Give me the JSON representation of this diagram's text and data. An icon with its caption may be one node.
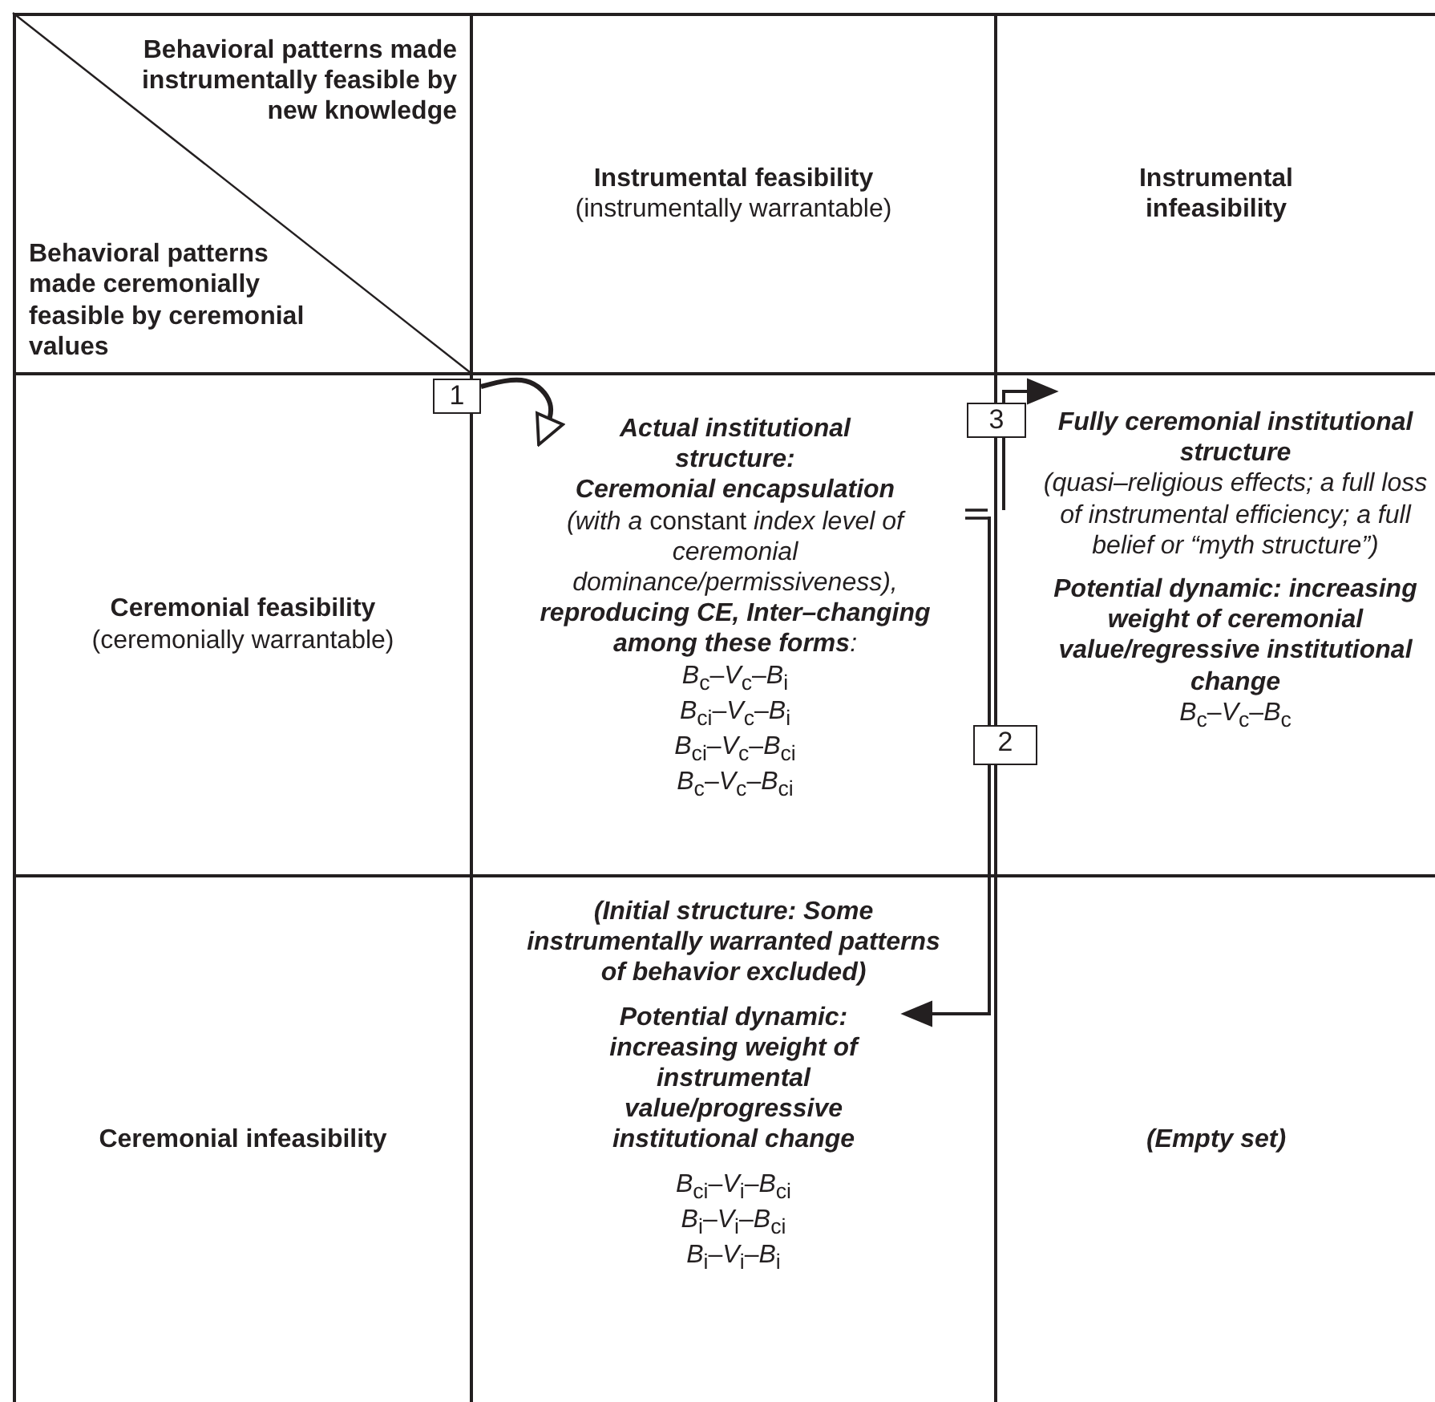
{
  "diagram": {
    "nodes": [
      {
        "text": [
          "Behavioral patterns made instrumentally feasible by new knowledge",
          "Behavioral patterns made ceremonially feasible by ceremonial values"
        ]
      },
      {
        "text": [
          "Instrumental feasibility",
          "(instrumentally warrantable)"
        ]
      },
      {
        "text": [
          "Instrumental infeasibility"
        ]
      },
      {
        "text": [
          "Ceremonial feasibility",
          "(ceremonially warrantable)"
        ]
      },
      {
        "text": [
          "Actual institutional structure:",
          "Ceremonial encapsulation",
          "*(with a* constant *index level of ceremonial dominance/permissiveness),*",
          "**reproducing CE, Inter–changing among these forms**:",
          "*B*$_{c}$–*V*$_{c}$–*B*$_{i}$",
          "*B*$_{ci}$–*V*$_{c}$–*B*$_{i}$",
          "*B*$_{ci}$–*V*$_{c}$–*B*$_{ci}$",
          "*B*$_{c}$–*V*$_{c}$–*B*$_{ci}$"
        ]
      },
      {
        "text": [
          "Fully ceremonial institutional structure",
          "(quasi–religious effects; a full loss of instrumental efficiency; a full belief or “myth structure”)",
          "Potential dynamic: increasing weight of ceremonial value/regressive institutional change",
          "*B*$_{c}$–*V*$_{c}$–*B*$_{c}$"
        ]
      },
      {
        "text": [
          "Ceremonial infeasibility"
        ]
      },
      {
        "text": [
          "(Initial structure: Some instrumentally warranted patterns of behavior excluded)",
          "Potential dynamic: increasing weight of instrumental value/progressive institutional change",
          "*B*$_{ci}$–*V*$_{i}$–*B*$_{ci}$",
          "*B*$_{i}$–*V*$_{i}$–*B*$_{ci}$",
          "*B*$_{i}$–*V*$_{i}$–*B*$_{i}$"
        ]
      },
      {
        "text": [
          "(Empty set)"
        ]
      }
    ],
    "edges": [
      {
        "from": 4,
        "to": 4,
        "arrow": "to",
        "label": "1"
      },
      {
        "from": 4,
        "to": 5,
        "arrow": "to",
        "label": "3"
      },
      {
        "from": 4,
        "to": 7,
        "arrow": "to",
        "label": "2"
      }
    ]
  }
}
